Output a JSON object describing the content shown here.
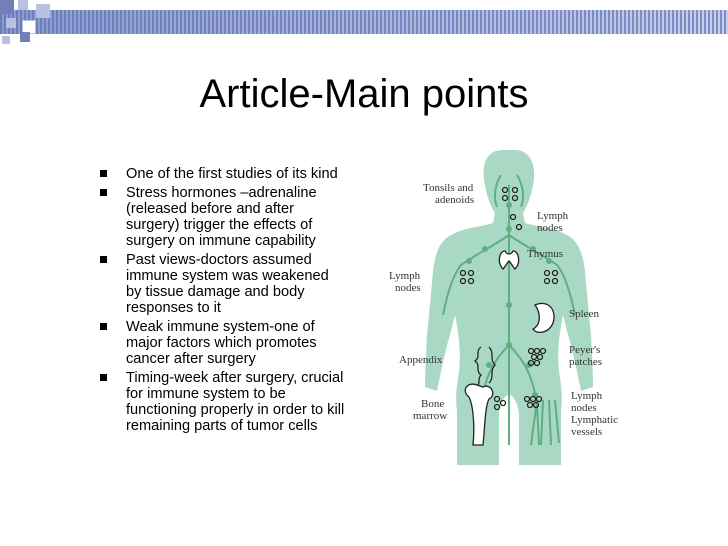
{
  "slide": {
    "title": "Article-Main points",
    "bullets": [
      "One of the first studies of its kind",
      "Stress hormones –adrenaline (released before and after surgery) trigger the effects of surgery on immune capability",
      "Past views-doctors assumed immune system was weakened by tissue damage and body responses to it",
      "Weak immune system-one of major factors which promotes cancer after surgery",
      "Timing-week after surgery, crucial for immune system to be functioning properly in order to kill remaining parts of tumor cells"
    ]
  },
  "figure": {
    "labels": {
      "tonsils_line1": "Tonsils and",
      "tonsils_line2": "adenoids",
      "lymph_nodes_top_line1": "Lymph",
      "lymph_nodes_top_line2": "nodes",
      "thymus": "Thymus",
      "lymph_nodes_left_line1": "Lymph",
      "lymph_nodes_left_line2": "nodes",
      "spleen": "Spleen",
      "appendix": "Appendix",
      "peyers_line1": "Peyer's",
      "peyers_line2": "patches",
      "bone_marrow_line1": "Bone",
      "bone_marrow_line2": "marrow",
      "lymph_vessels_line1": "Lymph",
      "lymph_vessels_line2": "nodes",
      "lymph_vessels_line3": "Lymphatic",
      "lymph_vessels_line4": "vessels"
    }
  },
  "colors": {
    "body_fill": "#a9d9c4",
    "vessel": "#5fae84",
    "band": "#7e8fc7"
  }
}
